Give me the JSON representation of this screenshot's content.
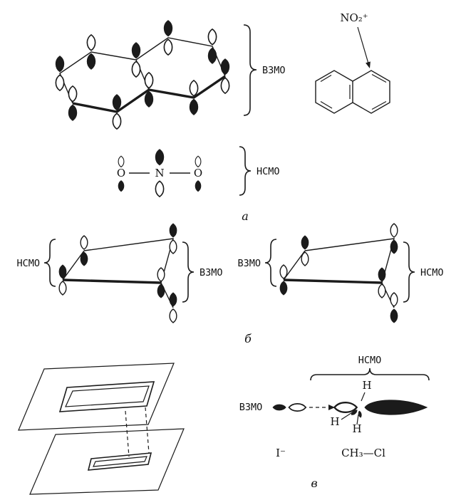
{
  "panel_a": {
    "caption": "а",
    "homo_brace_label": "ВЗМО",
    "lumo_brace_label": "НСМО",
    "reagent_label": "NO₂⁺",
    "atom_o_left": "O",
    "atom_n": "N",
    "atom_o_right": "O"
  },
  "panel_b": {
    "caption": "б",
    "left": {
      "left_brace_label": "НСМО",
      "right_brace_label": "ВЗМО"
    },
    "right": {
      "left_brace_label": "ВЗМО",
      "right_brace_label": "НСМО"
    }
  },
  "panel_v": {
    "caption": "в",
    "overbrace_label": "НСМО",
    "nucleophile_orbital_label": "ВЗМО",
    "nucleophile_formula": "I⁻",
    "substrate_formula": "CH₃—Cl",
    "hydrogen_label": "H"
  }
}
